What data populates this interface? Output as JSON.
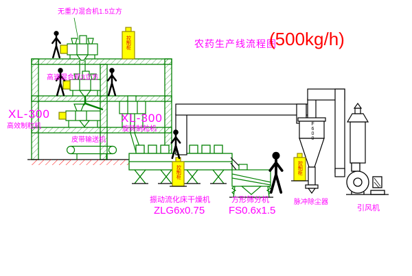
{
  "title": {
    "name": "农药生产线流程图",
    "capacity": "(500kg/h)"
  },
  "labels": {
    "top_mixer": "无重力混合机1.5立方",
    "floor2_mixer": "高速混合机3立方",
    "left_granulator_model": "XL-300",
    "left_granulator_name": "高效制粒机",
    "center_granulator_model": "XL-300",
    "center_granulator_name": "旋转制粒机",
    "belt_conveyor": "皮带输送机",
    "dryer_name": "振动流化床干燥机",
    "dryer_model": "ZLG6x0.75",
    "sieve_name": "方形筛分机",
    "sieve_model": "FS0.6x1.5",
    "dust_collector": "脉冲除尘器",
    "induced_draft_fan": "引风机",
    "cyclone_size": "F600",
    "cabinet_text": "控制柜"
  },
  "colors": {
    "structure_green": "#008000",
    "machine_yellow": "#ffff00",
    "label_magenta": "#ff00ff",
    "capacity_red": "#ff0000",
    "ground_hatch_red": "#ff0000",
    "cabinet_text_red": "#dd0000"
  }
}
